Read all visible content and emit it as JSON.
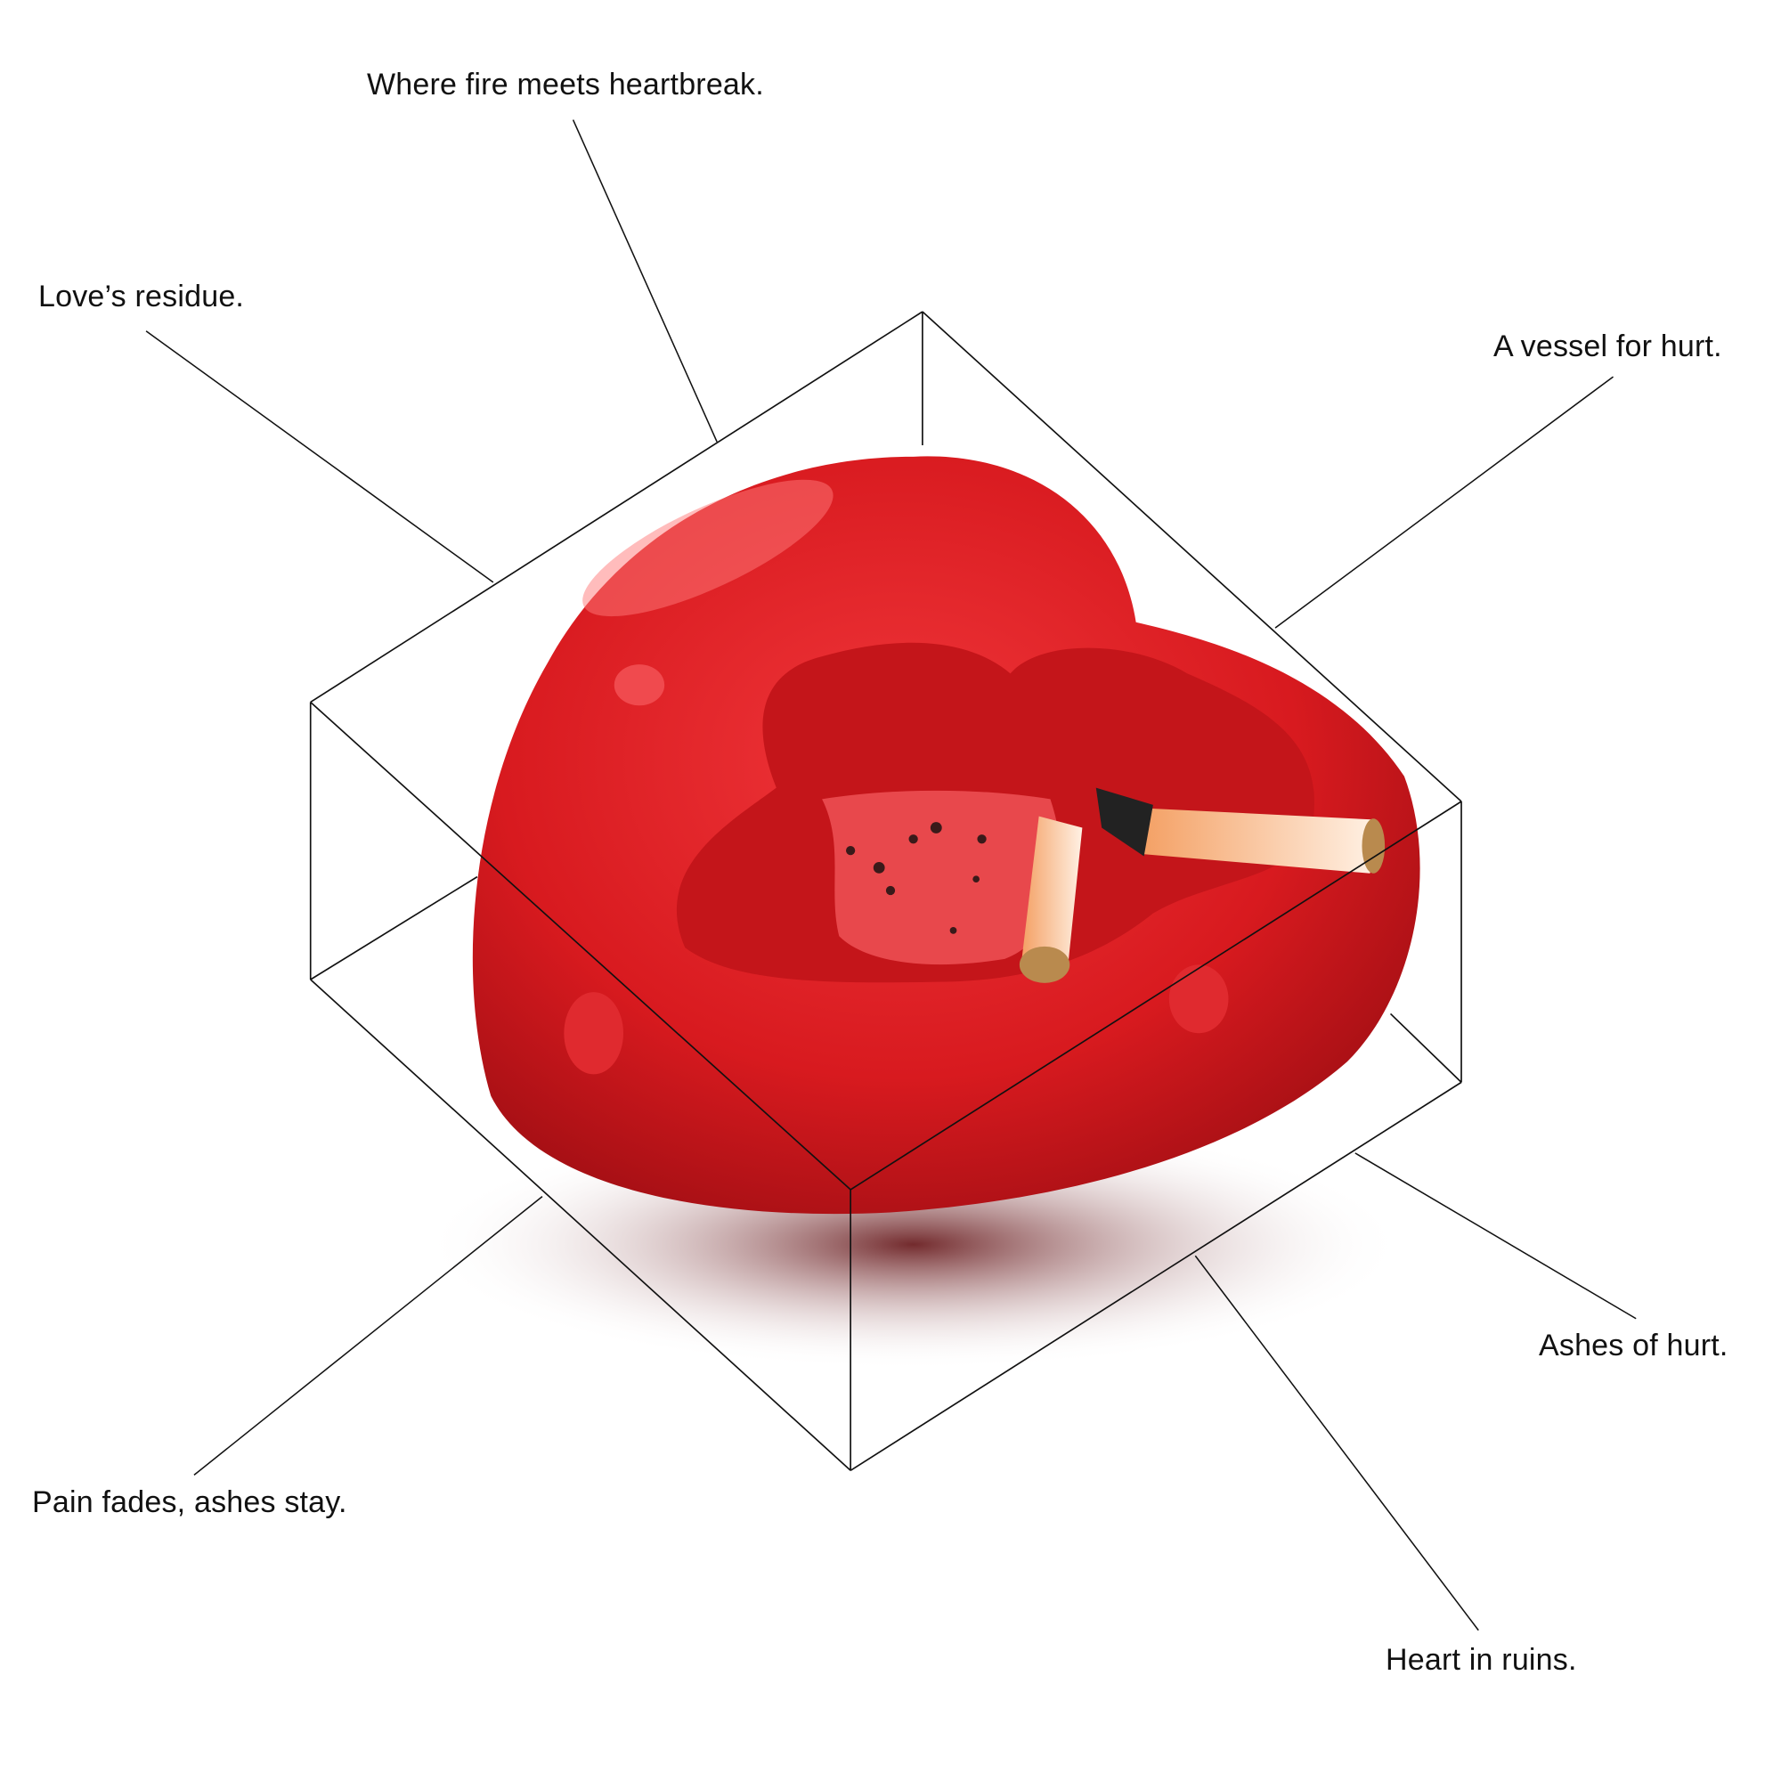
{
  "annotations": {
    "where_fire": "Where fire meets heartbreak.",
    "loves_residue": "Love’s residue.",
    "vessel": "A vessel for hurt.",
    "ashes_of_hurt": "Ashes of hurt.",
    "pain_fades": "Pain fades, ashes stay.",
    "heart_in_ruins": "Heart in ruins."
  },
  "colors": {
    "heart_red": "#d81a1f",
    "heart_dark": "#8e0c10",
    "line": "#111111",
    "background": "#ffffff"
  }
}
